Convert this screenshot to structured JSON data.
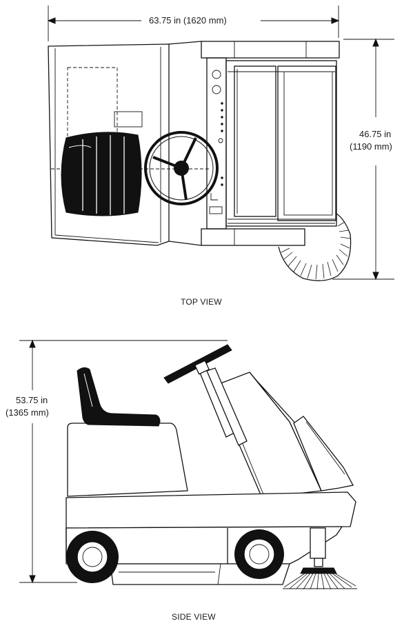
{
  "top_view": {
    "caption": "TOP VIEW",
    "width_dimension": "63.75 in (1620 mm)",
    "depth_dimension_line1": "46.75 in",
    "depth_dimension_line2": "(1190 mm)"
  },
  "side_view": {
    "caption": "SIDE VIEW",
    "height_dimension_line1": "53.75 in",
    "height_dimension_line2": "(1365 mm)"
  }
}
